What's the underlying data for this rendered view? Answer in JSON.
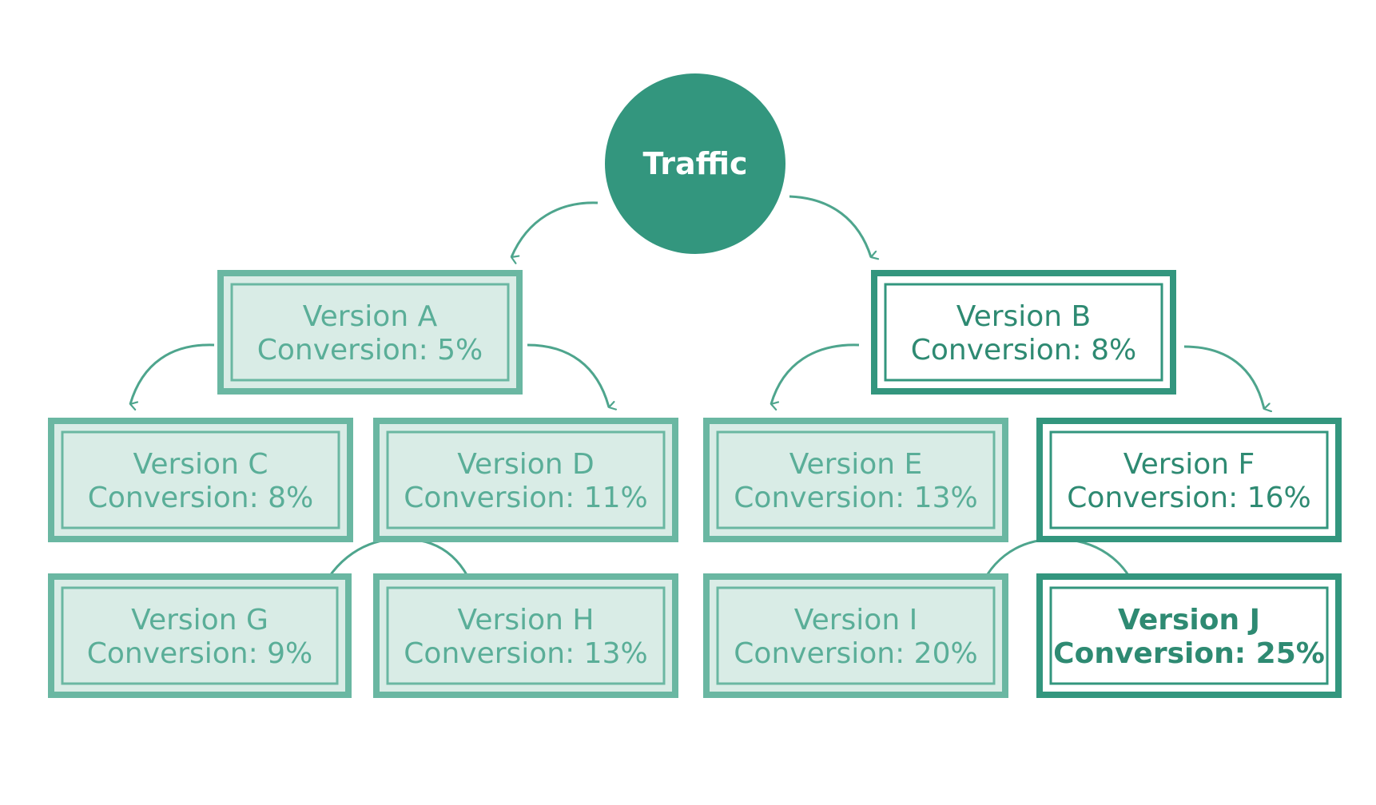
{
  "colors": {
    "primary": "#33967e",
    "faded_border": "#6ab7a2",
    "faded_fill": "#d9ece6",
    "highlight_fill": "#ffffff",
    "light_text": "#5aae98",
    "dark_text": "#2e8a72",
    "arrow": "#4ea58d",
    "traffic_text": "#ffffff"
  },
  "traffic": {
    "label": "Traffic"
  },
  "versions": {
    "A": {
      "name": "Version A",
      "conversion": "Conversion: 5%",
      "style": "faded"
    },
    "B": {
      "name": "Version B",
      "conversion": "Conversion: 8%",
      "style": "highlight"
    },
    "C": {
      "name": "Version C",
      "conversion": "Conversion: 8%",
      "style": "faded"
    },
    "D": {
      "name": "Version D",
      "conversion": "Conversion: 11%",
      "style": "faded"
    },
    "E": {
      "name": "Version E",
      "conversion": "Conversion: 13%",
      "style": "faded"
    },
    "F": {
      "name": "Version F",
      "conversion": "Conversion: 16%",
      "style": "highlight"
    },
    "G": {
      "name": "Version G",
      "conversion": "Conversion: 9%",
      "style": "faded"
    },
    "H": {
      "name": "Version H",
      "conversion": "Conversion: 13%",
      "style": "faded"
    },
    "I": {
      "name": "Version I",
      "conversion": "Conversion: 20%",
      "style": "faded"
    },
    "J": {
      "name": "Version J",
      "conversion": "Conversion: 25%",
      "style": "winner"
    }
  },
  "edges": [
    [
      "Traffic",
      "A"
    ],
    [
      "Traffic",
      "B"
    ],
    [
      "A",
      "C"
    ],
    [
      "A",
      "D"
    ],
    [
      "B",
      "E"
    ],
    [
      "B",
      "F"
    ],
    [
      "D",
      "G"
    ],
    [
      "D",
      "H"
    ],
    [
      "F",
      "I"
    ],
    [
      "F",
      "J"
    ]
  ]
}
